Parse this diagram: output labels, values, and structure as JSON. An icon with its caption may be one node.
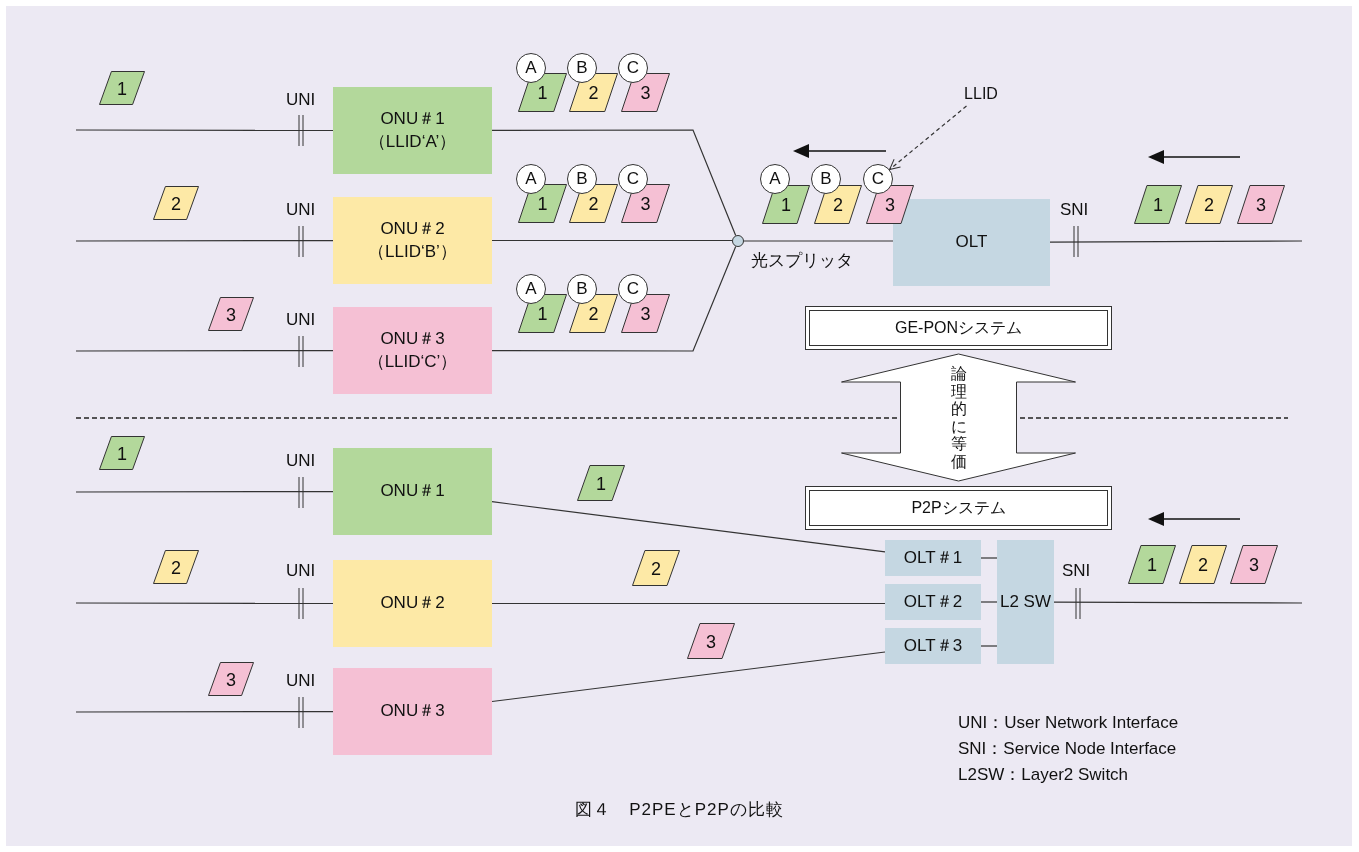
{
  "diagram": {
    "caption": "図４　P2PEとP2Pの比較",
    "nodes": [
      {
        "text": [
          "ONU＃1",
          "（LLID‘A’）"
        ]
      },
      {
        "text": [
          "ONU＃2",
          "（LLID‘B’）"
        ]
      },
      {
        "text": [
          "ONU＃3",
          "（LLID‘C’）"
        ]
      },
      {
        "text": [],
        "shape": "circle",
        "beside": [
          "光スプリッタ"
        ]
      },
      {
        "text": [
          "OLT"
        ]
      },
      {
        "text": [
          "GE-PONシステム"
        ]
      },
      {
        "text": [
          "P2Pシステム"
        ]
      },
      {
        "text": [
          "ONU＃1"
        ]
      },
      {
        "text": [
          "ONU＃2"
        ]
      },
      {
        "text": [
          "ONU＃3"
        ]
      },
      {
        "text": [
          "OLT＃1"
        ]
      },
      {
        "text": [
          "OLT＃2"
        ]
      },
      {
        "text": [
          "OLT＃3"
        ]
      },
      {
        "text": [
          "L2 SW"
        ]
      },
      {
        "text": [
          "LLID"
        ]
      },
      {
        "text": [
          "1"
        ]
      },
      {
        "text": [
          "2"
        ]
      },
      {
        "text": [
          "3"
        ]
      },
      {
        "text": [
          "A"
        ]
      },
      {
        "text": [
          "B"
        ]
      },
      {
        "text": [
          "C"
        ]
      },
      {
        "text": [
          "1"
        ]
      },
      {
        "text": [
          "2"
        ]
      },
      {
        "text": [
          "3"
        ]
      },
      {
        "text": [
          "A"
        ]
      },
      {
        "text": [
          "B"
        ]
      },
      {
        "text": [
          "C"
        ]
      },
      {
        "text": [
          "1"
        ]
      },
      {
        "text": [
          "2"
        ]
      },
      {
        "text": [
          "3"
        ]
      },
      {
        "text": [
          "A"
        ]
      },
      {
        "text": [
          "B"
        ]
      },
      {
        "text": [
          "C"
        ]
      },
      {
        "text": [
          "1"
        ]
      },
      {
        "text": [
          "2"
        ]
      },
      {
        "text": [
          "3"
        ]
      },
      {
        "text": [
          "A"
        ]
      },
      {
        "text": [
          "B"
        ]
      },
      {
        "text": [
          "C"
        ]
      },
      {
        "text": [
          "1"
        ]
      },
      {
        "text": [
          "2"
        ]
      },
      {
        "text": [
          "3"
        ]
      },
      {
        "text": [
          "1"
        ]
      },
      {
        "text": [
          "2"
        ]
      },
      {
        "text": [
          "3"
        ]
      },
      {
        "text": [
          "1"
        ]
      },
      {
        "text": [
          "2"
        ]
      },
      {
        "text": [
          "3"
        ]
      },
      {
        "text": [
          "1"
        ]
      },
      {
        "text": [
          "2"
        ]
      },
      {
        "text": [
          "3"
        ]
      },
      {
        "text": [
          "1"
        ]
      },
      {
        "text": [
          "2"
        ]
      },
      {
        "text": [
          "3"
        ]
      }
    ],
    "edges": [
      {
        "from": null,
        "to": 0,
        "arrow": "none"
      },
      {
        "from": null,
        "to": 1,
        "arrow": "none"
      },
      {
        "from": null,
        "to": 2,
        "arrow": "none"
      },
      {
        "from": 0,
        "to": 3,
        "arrow": "none"
      },
      {
        "from": 1,
        "to": 3,
        "arrow": "none"
      },
      {
        "from": 2,
        "to": 3,
        "arrow": "none"
      },
      {
        "from": 3,
        "to": 4,
        "arrow": "none"
      },
      {
        "from": 4,
        "to": null,
        "arrow": "none"
      },
      {
        "from": null,
        "to": 7,
        "arrow": "none"
      },
      {
        "from": null,
        "to": 8,
        "arrow": "none"
      },
      {
        "from": null,
        "to": 9,
        "arrow": "none"
      },
      {
        "from": 7,
        "to": 10,
        "arrow": "none"
      },
      {
        "from": 8,
        "to": 11,
        "arrow": "none"
      },
      {
        "from": 9,
        "to": 12,
        "arrow": "none"
      },
      {
        "from": 10,
        "to": 13,
        "arrow": "none"
      },
      {
        "from": 11,
        "to": 13,
        "arrow": "none"
      },
      {
        "from": 12,
        "to": 13,
        "arrow": "none"
      },
      {
        "from": 13,
        "to": null,
        "arrow": "none"
      },
      {
        "from": 14,
        "to": 38,
        "arrow": "to",
        "style": "dashed"
      },
      {
        "from": 5,
        "to": 6,
        "arrow": "both",
        "style": "thick",
        "label": "論理的に等価"
      }
    ],
    "labels": [
      "UNI",
      "UNI",
      "UNI",
      "SNI",
      "UNI",
      "UNI",
      "UNI",
      "SNI",
      "UNI：User Network Interface",
      "SNI：Service Node Interface",
      "L2SW：Layer2 Switch"
    ]
  }
}
